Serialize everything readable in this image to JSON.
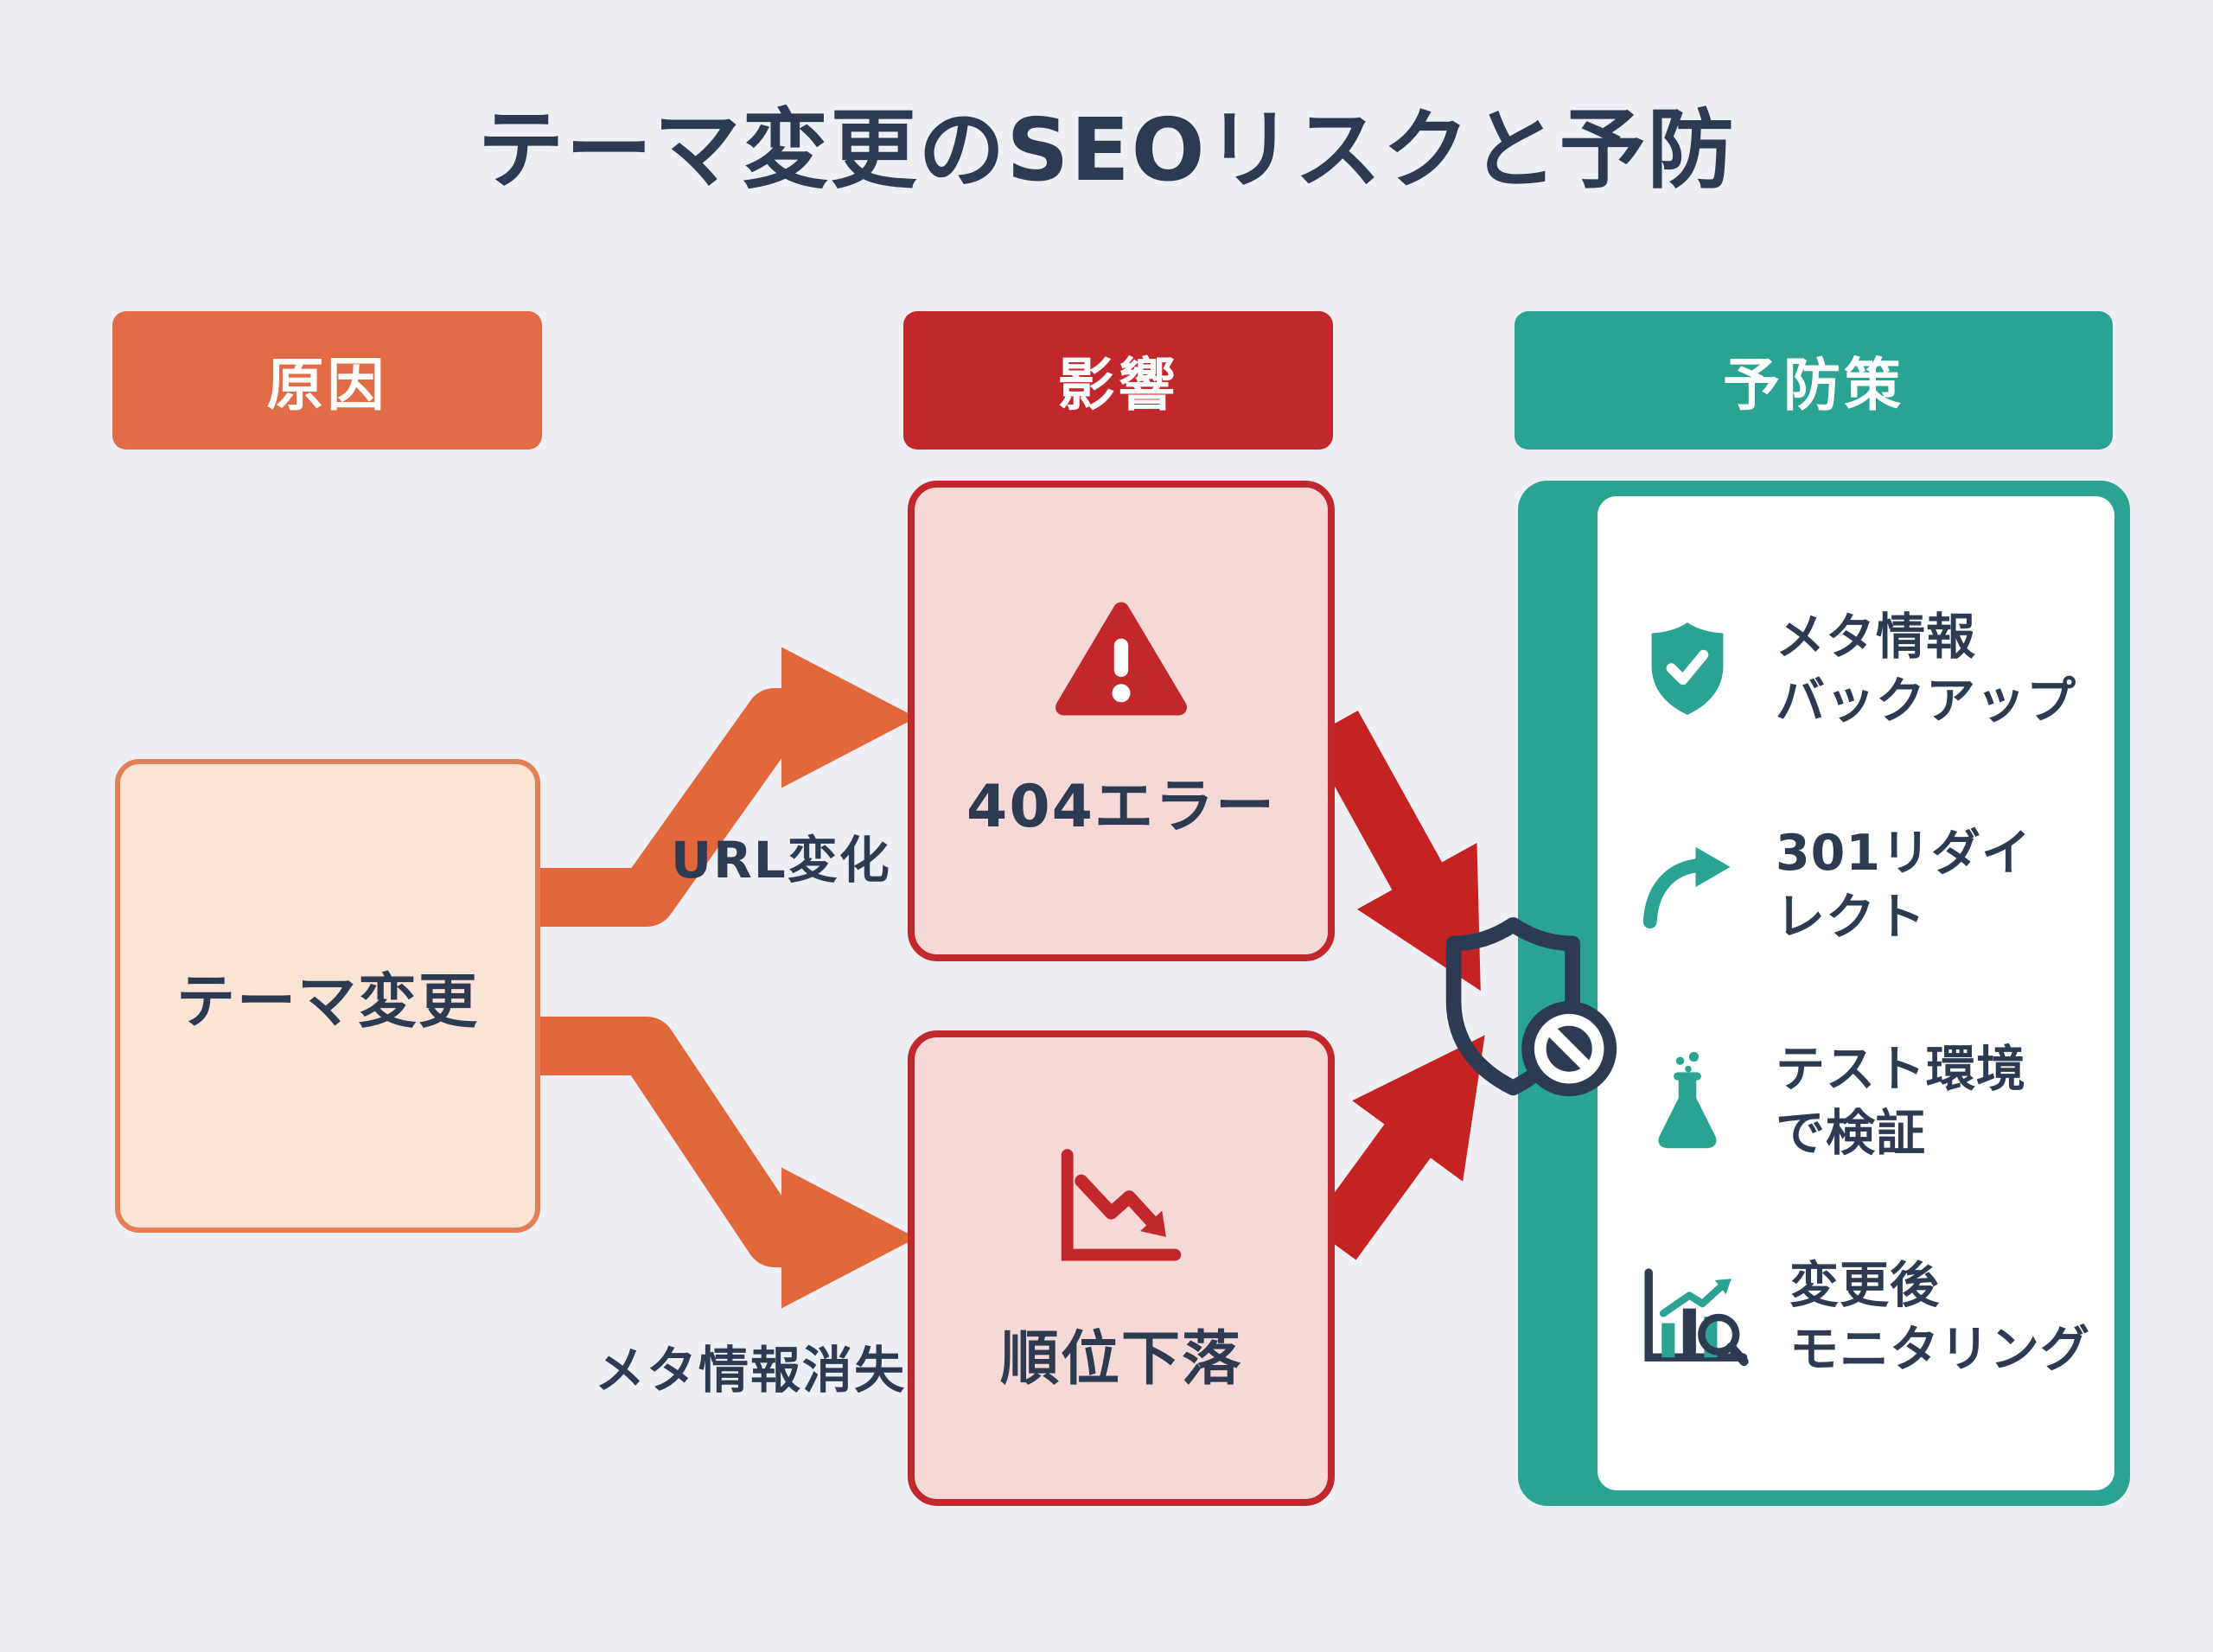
{
  "title": "テーマ変更のSEOリスクと予防",
  "columns": {
    "cause": {
      "header": "原因"
    },
    "impact": {
      "header": "影響"
    },
    "prevention": {
      "header": "予防策"
    }
  },
  "cause_box": {
    "label": "テーマ変更"
  },
  "impact_boxes": [
    {
      "icon": "warning-triangle-icon",
      "label": "404エラー"
    },
    {
      "icon": "rank-drop-chart-icon",
      "label": "順位下落"
    }
  ],
  "arrow_labels": {
    "url_change": "URL変化",
    "meta_loss": "メタ情報消失"
  },
  "prevention_items": [
    {
      "icon": "shield-check-icon",
      "lines": [
        "メタ情報",
        "バックアップ"
      ]
    },
    {
      "icon": "redirect-arrow-icon",
      "lines": [
        "301リダイ",
        "レクト"
      ]
    },
    {
      "icon": "flask-icon",
      "lines": [
        "テスト環境",
        "で検証"
      ]
    },
    {
      "icon": "monitoring-chart-icon",
      "lines": [
        "変更後",
        "モニタリング"
      ]
    }
  ],
  "colors": {
    "background": "#edeff4",
    "navy": "#2d3b52",
    "orange": "#e06b45",
    "orange-border": "#e37e55",
    "orange-light": "#fbe3d5",
    "red": "#c2272b",
    "red-light": "#f6d9d6",
    "teal": "#2aa392",
    "arrow-orange": "#e2683c",
    "arrow-red": "#c52322"
  }
}
